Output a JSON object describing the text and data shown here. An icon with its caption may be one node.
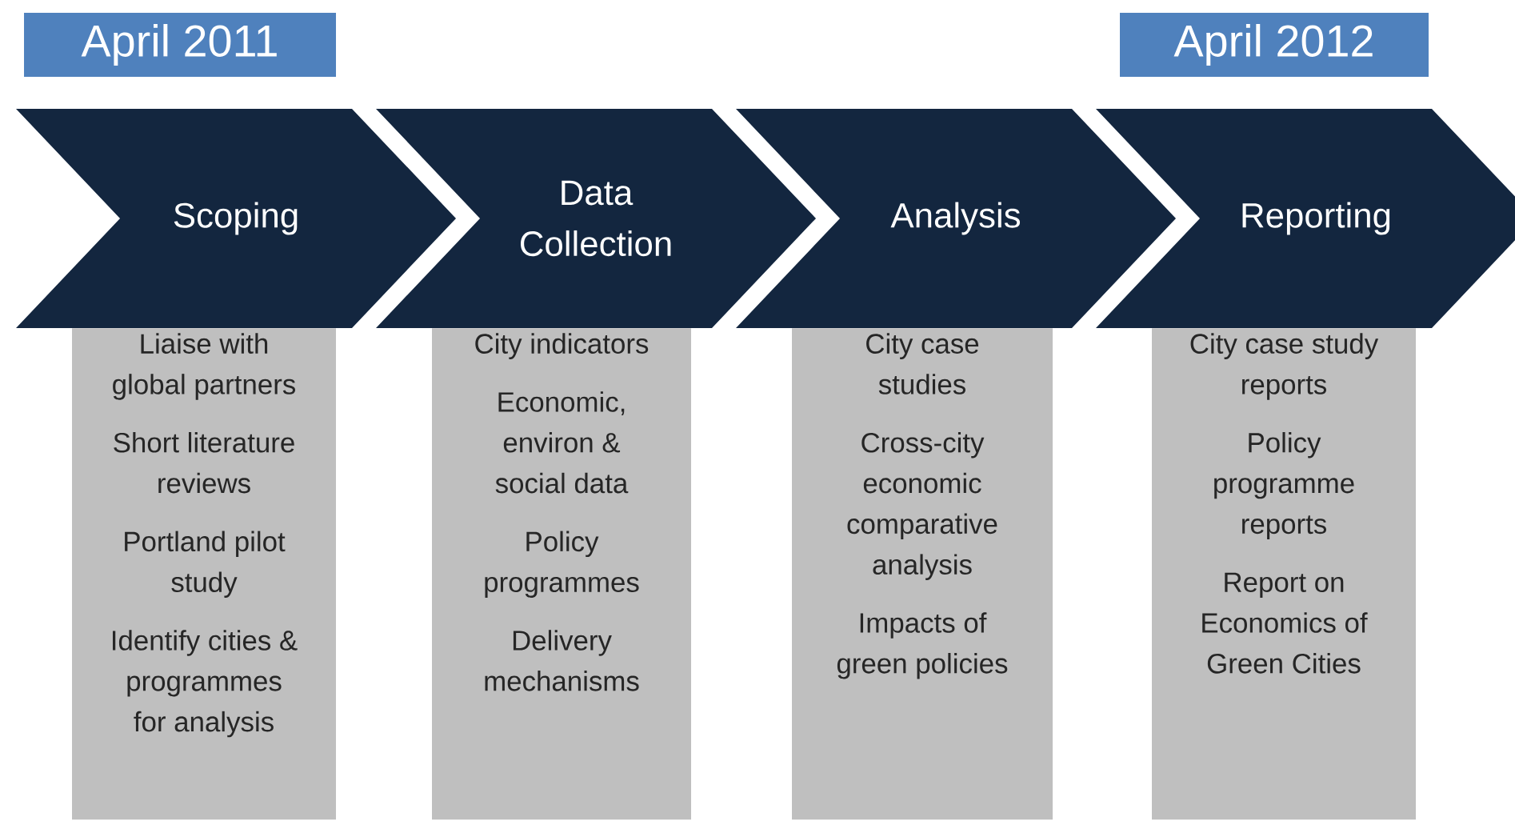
{
  "diagram": {
    "nodes": [
      {
        "text": [
          "April 2011"
        ]
      },
      {
        "text": [
          "April 2012"
        ]
      },
      {
        "text": [
          "Scoping"
        ]
      },
      {
        "text": [
          "Data Collection"
        ]
      },
      {
        "text": [
          "Analysis"
        ]
      },
      {
        "text": [
          "Reporting"
        ]
      },
      {
        "text": [
          "Liaise with global partners",
          "Short literature reviews",
          "Portland pilot study",
          "Identify cities & programmes for analysis"
        ]
      },
      {
        "text": [
          "City indicators",
          "Economic, environ & social data",
          "Policy programmes",
          "Delivery mechanisms"
        ]
      },
      {
        "text": [
          "City case studies",
          "Cross-city economic comparative analysis",
          "Impacts of green policies"
        ]
      },
      {
        "text": [
          "City case study reports",
          "Policy programme reports",
          "Report on Economics of Green Cities"
        ]
      }
    ]
  }
}
